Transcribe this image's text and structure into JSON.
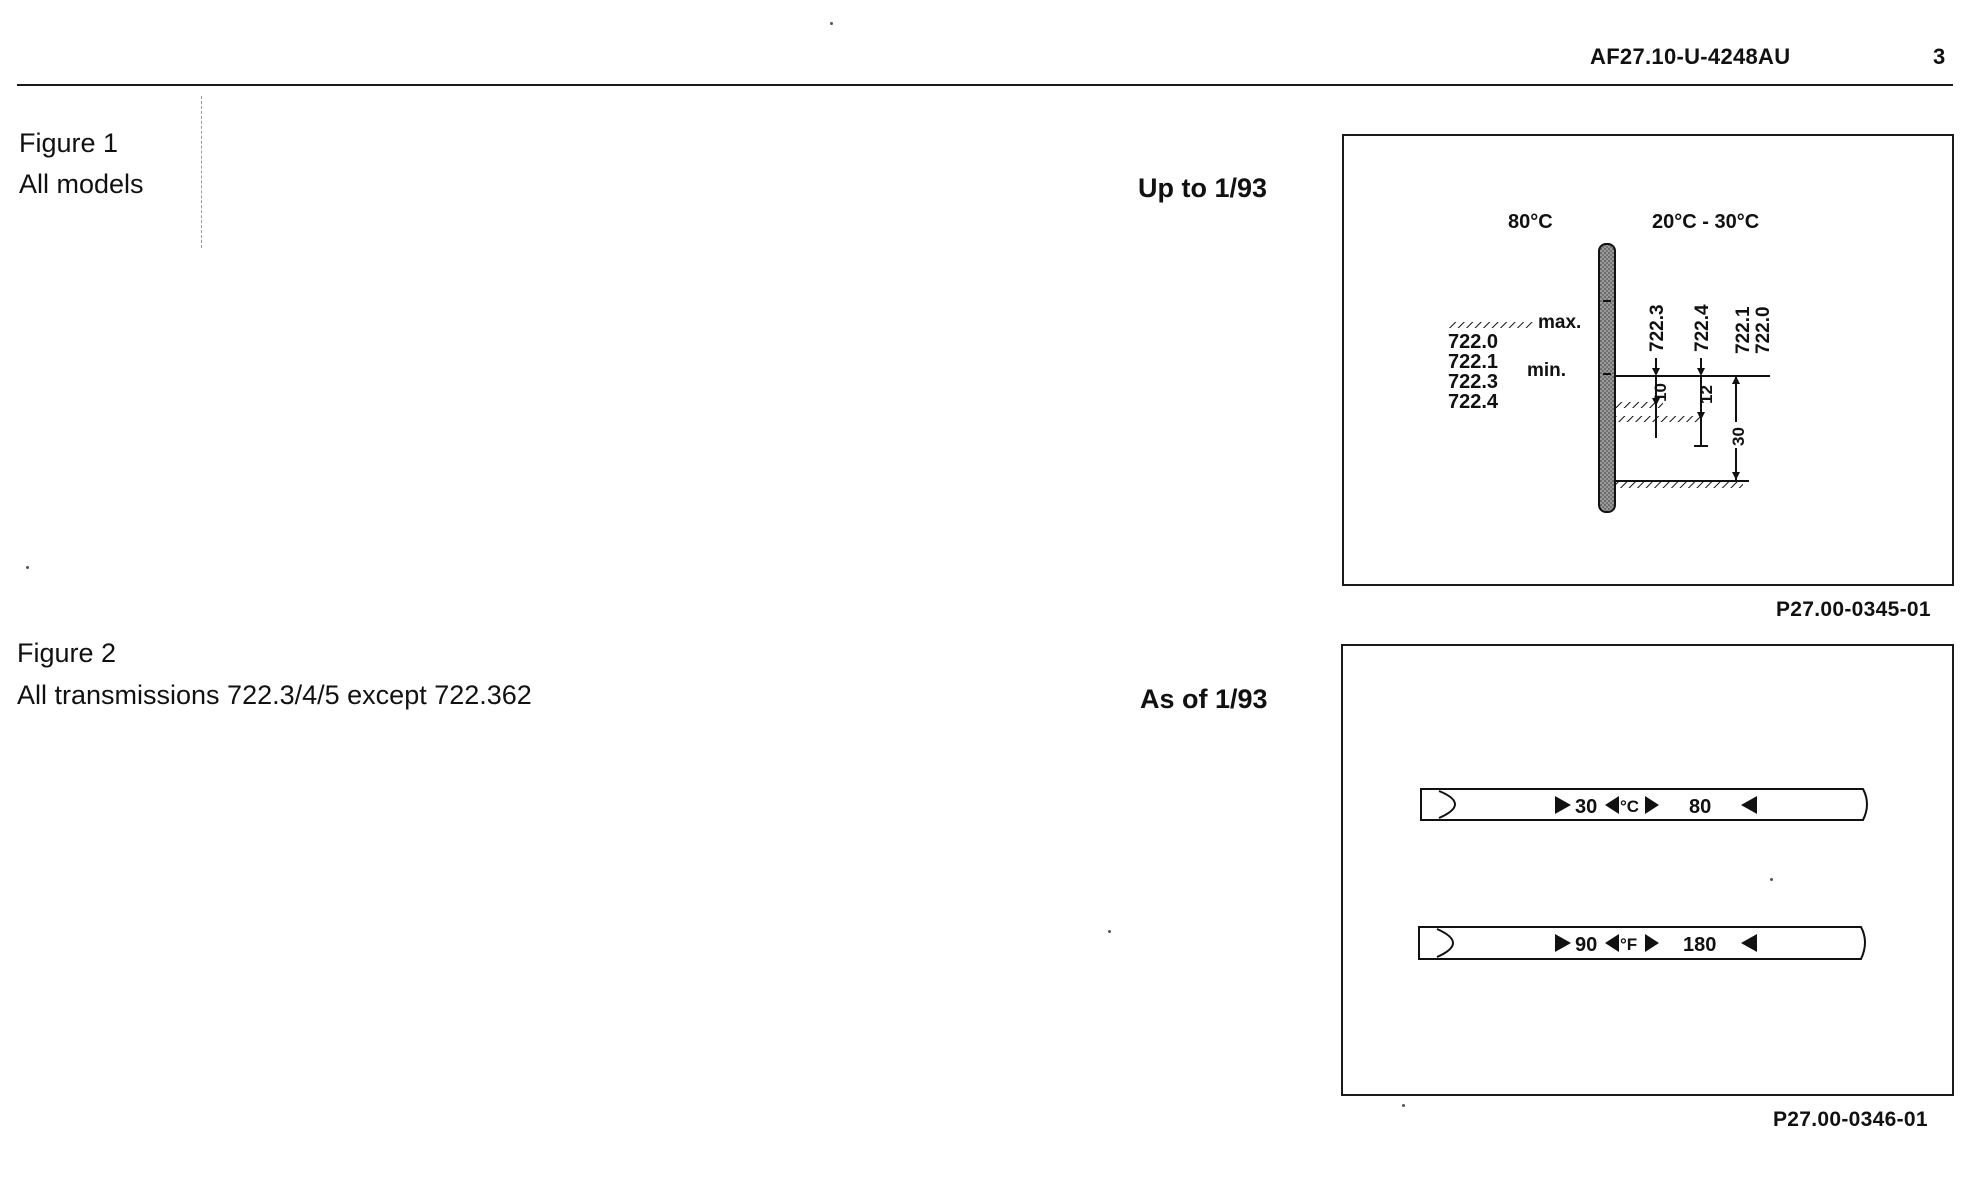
{
  "header": {
    "doc_code": "AF27.10-U-4248AU",
    "page_number": "3"
  },
  "figure1": {
    "title": "Figure 1",
    "applies_to": "All models",
    "validity": "Up to 1/93",
    "image_ref": "P27.00-0345-01",
    "diagram": {
      "temp_left": "80°C",
      "temp_right": "20°C - 30°C",
      "mark_max": "max.",
      "mark_min": "min.",
      "left_models": [
        "722.0",
        "722.1",
        "722.3",
        "722.4"
      ],
      "right_models_a": "722.3",
      "right_models_b": "722.4",
      "right_models_c1": "722.1",
      "right_models_c2": "722.0",
      "dim_10": "10",
      "dim_12": "12",
      "dim_30": "30"
    }
  },
  "figure2": {
    "title": "Figure 2",
    "applies_to": "All transmissions 722.3/4/5 except 722.362",
    "validity": "As of 1/93",
    "image_ref": "P27.00-0346-01",
    "dipstick_c": {
      "low": "30",
      "unit": "°C",
      "high": "80"
    },
    "dipstick_f": {
      "low": "90",
      "unit": "°F",
      "high": "180"
    }
  }
}
